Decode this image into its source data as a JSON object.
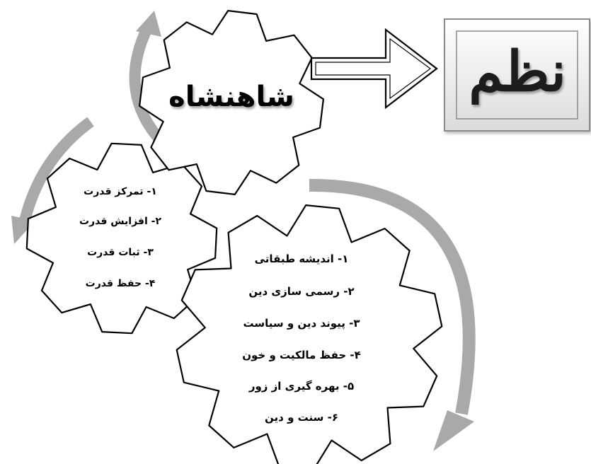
{
  "title_box": {
    "label": "نظم"
  },
  "main_gear": {
    "label": "شاهنشاه"
  },
  "left_gear": {
    "items": [
      "۱- تمرکز قدرت",
      "۲- افزایش قدرت",
      "۳- ثبات قدرت",
      "۴- حفظ قدرت"
    ]
  },
  "right_gear": {
    "items": [
      "۱- اندیشه طبقاتی",
      "۲- رسمی سازی دین",
      "۳- پیوند دین و سیاست",
      "۴- حفظ مالکیت و خون",
      "۵- بهره گیری از زور",
      "۶- سنت و دین"
    ]
  },
  "colors": {
    "gear_stroke": "#000000",
    "gear_fill": "#ffffff",
    "cycle_arrow": "#a9a9a9",
    "title_box_border": "#8a8a8a",
    "title_box_fill": "#ececec",
    "title_text": "#1e1e1e"
  }
}
